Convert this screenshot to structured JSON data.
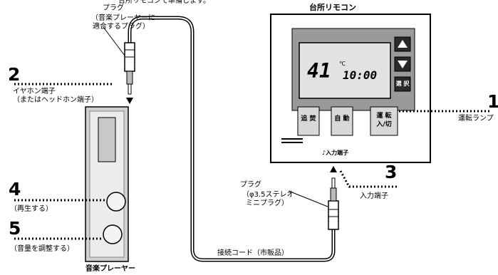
{
  "header": {
    "top_text": "台所リモコンで準備します。"
  },
  "remote": {
    "title": "台所リモコン",
    "display_temp": "41",
    "display_unit": "℃",
    "display_time": "10:00",
    "select_label": "選 択",
    "buttons": [
      {
        "label_top": "追 焚",
        "label_bottom": ""
      },
      {
        "label_top": "自 動",
        "label_bottom": ""
      },
      {
        "label_top": "運 転",
        "label_bottom": "入/切"
      }
    ],
    "input_label": "♪入力端子"
  },
  "player": {
    "title": "音楽プレーヤー"
  },
  "callouts": [
    {
      "number": "1",
      "text": "運転ランプ"
    },
    {
      "number": "2",
      "line1": "イヤホン端子",
      "line2": "（またはヘッドホン端子）"
    },
    {
      "number": "3",
      "text": "入力端子"
    },
    {
      "number": "4",
      "text": "（再生する）"
    },
    {
      "number": "5",
      "text": "（音量を調整する）"
    }
  ],
  "plug_top": {
    "line1": "プラグ",
    "line2": "（音楽プレーヤーに",
    "line3": "適合するプラグ）"
  },
  "plug_bottom": {
    "line1": "プラグ",
    "line2": "（φ3.5ステレオ",
    "line3": "ミニプラグ）"
  },
  "cord_label": "接続コード（市販品）"
}
